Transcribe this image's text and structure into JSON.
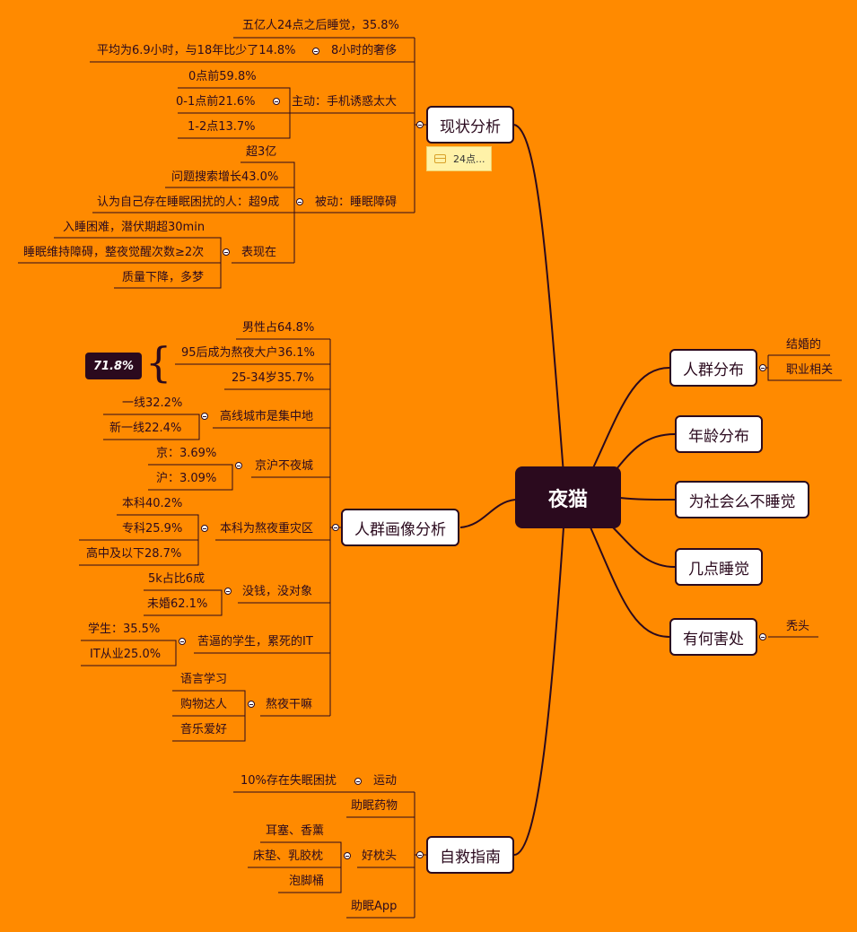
{
  "root": {
    "label": "夜猫"
  },
  "right_branches": {
    "crowd_distribution": {
      "label": "人群分布",
      "children": [
        "结婚的",
        "职业相关"
      ]
    },
    "age_distribution": {
      "label": "年龄分布"
    },
    "why_not_sleep": {
      "label": "为社会么不睡觉"
    },
    "when_sleep": {
      "label": "几点睡觉"
    },
    "harm": {
      "label": "有何害处",
      "children": [
        "秃头"
      ]
    }
  },
  "status_analysis": {
    "label": "现状分析",
    "note": "24点...",
    "items": {
      "after_midnight": "五亿人24点之后睡觉，35.8%",
      "luxury_8h": {
        "label": "8小时的奢侈",
        "detail": "平均为6.9小时，与18年比少了14.8%"
      },
      "active": {
        "label": "主动：手机诱惑太大",
        "children": [
          "0点前59.8%",
          "0-1点前21.6%",
          "1-2点13.7%"
        ]
      },
      "passive": {
        "label": "被动：睡眠障碍",
        "children": [
          "超3亿",
          "问题搜索增长43.0%",
          "认为自己存在睡眠困扰的人：超9成"
        ],
        "symptoms": {
          "label": "表现在",
          "children": [
            "入睡困难，潜伏期超30min",
            "睡眠维持障碍，整夜觉醒次数≥2次",
            "质量下降，多梦"
          ]
        }
      }
    }
  },
  "crowd_portrait": {
    "label": "人群画像分析",
    "summary": "71.8%",
    "items": {
      "male": "男性占64.8%",
      "post95": "95后成为熬夜大户36.1%",
      "age2534": "25-34岁35.7%",
      "city_tier": {
        "label": "高线城市是集中地",
        "children": [
          "一线32.2%",
          "新一线22.4%"
        ]
      },
      "bj_sh": {
        "label": "京沪不夜城",
        "children": [
          "京：3.69%",
          "沪：3.09%"
        ]
      },
      "education": {
        "label": "本科为熬夜重灾区",
        "children": [
          "本科40.2%",
          "专科25.9%",
          "高中及以下28.7%"
        ]
      },
      "money": {
        "label": "没钱，没对象",
        "children": [
          "5k占比6成",
          "未婚62.1%"
        ]
      },
      "occupation": {
        "label": "苦逼的学生，累死的IT",
        "children": [
          "学生：35.5%",
          "IT从业25.0%"
        ]
      },
      "activities": {
        "label": "熬夜干嘛",
        "children": [
          "语言学习",
          "购物达人",
          "音乐爱好"
        ]
      }
    }
  },
  "self_help": {
    "label": "自救指南",
    "items": {
      "exercise": {
        "label": "运动",
        "detail": "10%存在失眠困扰"
      },
      "medicine": "助眠药物",
      "pillow": {
        "label": "好枕头",
        "children": [
          "耳塞、香薰",
          "床垫、乳胶枕",
          "泡脚桶"
        ]
      },
      "app": "助眠App"
    }
  },
  "colors": {
    "background": "#FF8A00",
    "line": "#2b0a1e",
    "root": "#2b0a1e"
  }
}
